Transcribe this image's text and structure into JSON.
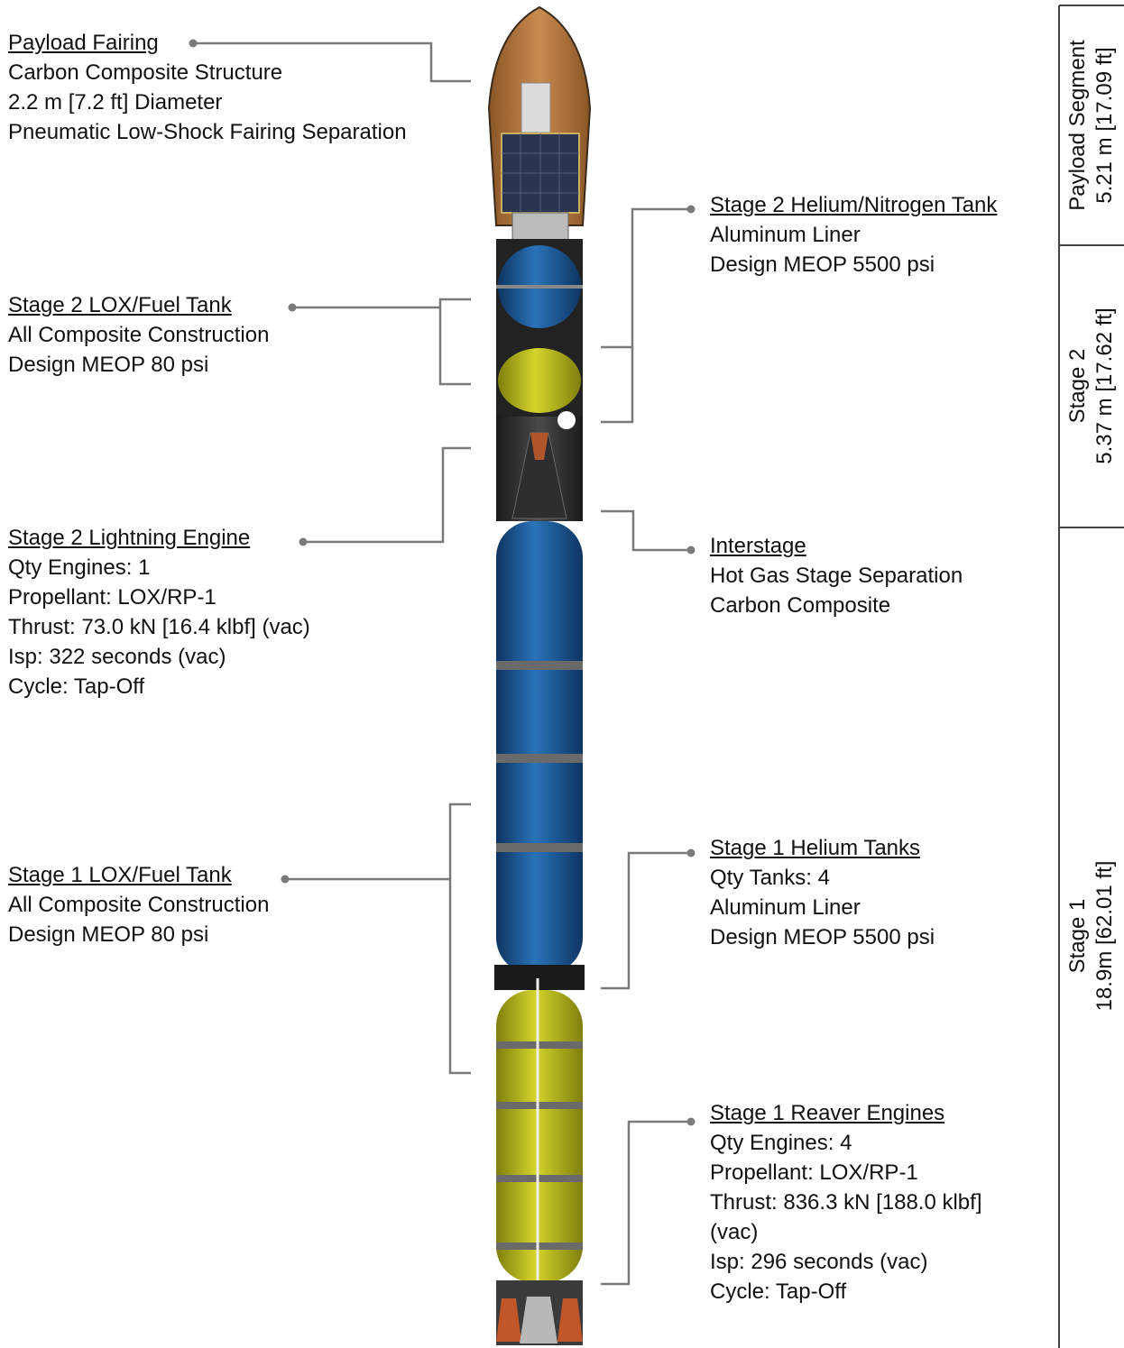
{
  "annotations": {
    "payload_fairing": {
      "title": "Payload Fairing",
      "lines": [
        "Carbon Composite Structure",
        "2.2 m [7.2 ft] Diameter",
        "Pneumatic Low-Shock Fairing Separation"
      ]
    },
    "stage2_tank": {
      "title": "Stage 2 LOX/Fuel Tank",
      "lines": [
        "All Composite Construction",
        "Design MEOP 80 psi"
      ]
    },
    "stage2_engine": {
      "title": "Stage 2 Lightning Engine",
      "lines": [
        "Qty Engines: 1",
        "Propellant: LOX/RP-1",
        "Thrust: 73.0 kN [16.4 klbf] (vac)",
        "Isp: 322 seconds (vac)",
        "Cycle: Tap-Off"
      ]
    },
    "stage1_tank": {
      "title": "Stage 1 LOX/Fuel Tank",
      "lines": [
        "All Composite Construction",
        "Design MEOP 80 psi"
      ]
    },
    "stage2_helium": {
      "title": "Stage 2 Helium/Nitrogen Tank",
      "lines": [
        "Aluminum Liner",
        "Design MEOP 5500 psi"
      ]
    },
    "interstage": {
      "title": "Interstage",
      "lines": [
        "Hot Gas Stage Separation",
        "Carbon Composite"
      ]
    },
    "stage1_helium": {
      "title": "Stage 1 Helium Tanks",
      "lines": [
        "Qty Tanks: 4",
        "Aluminum Liner",
        "Design MEOP 5500 psi"
      ]
    },
    "stage1_engines": {
      "title": "Stage 1 Reaver Engines",
      "lines": [
        "Qty Engines: 4",
        "Propellant: LOX/RP-1",
        "Thrust: 836.3 kN [188.0 klbf]",
        "(vac)",
        "Isp: 296 seconds (vac)",
        "Cycle: Tap-Off"
      ]
    }
  },
  "segments": {
    "payload": {
      "name": "Payload Segment",
      "size": "5.21 m [17.09 ft]"
    },
    "stage2": {
      "name": "Stage 2",
      "size": "5.37 m [17.62 ft]"
    },
    "stage1": {
      "name": "Stage 1",
      "size": "18.9m [62.01 ft]"
    }
  },
  "colors": {
    "fairing": "#b8783f",
    "lox_blue": "#1f5e9a",
    "fuel_yellow": "#b8b81e",
    "interstage": "#2a2a2a",
    "leader": "#7a7a7a"
  }
}
